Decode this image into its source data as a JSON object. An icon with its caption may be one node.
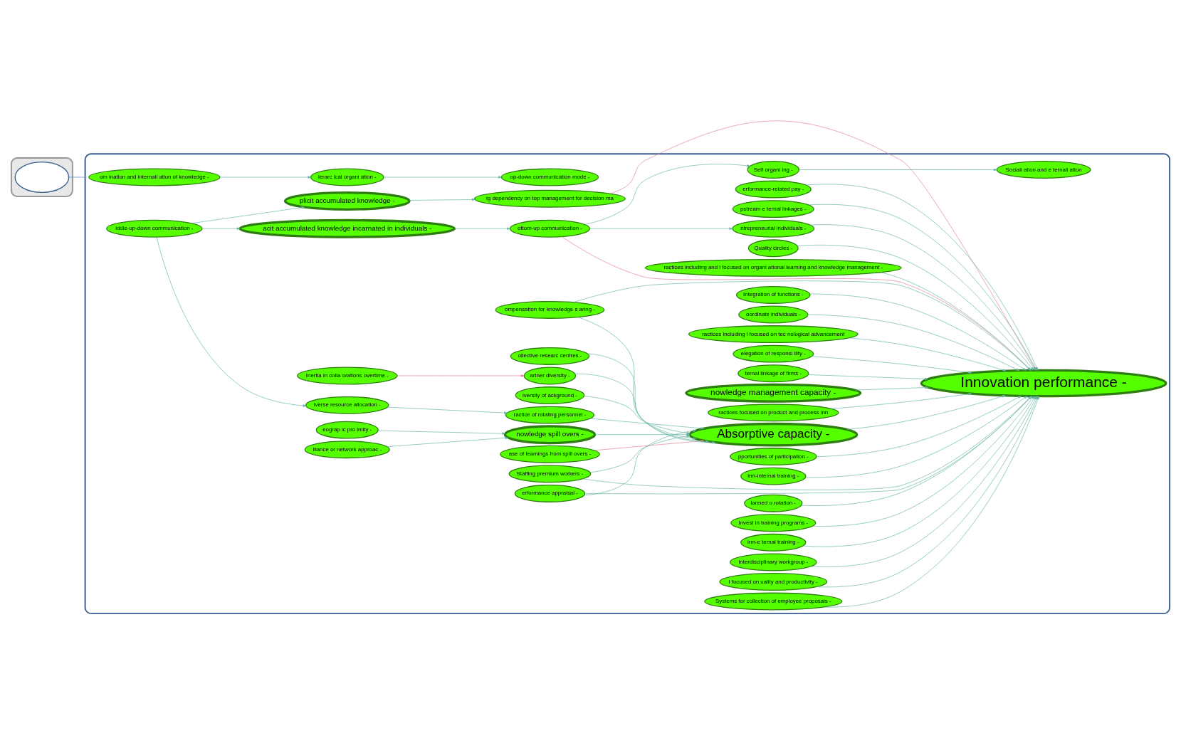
{
  "diagram": {
    "nodes": [
      {
        "text": [],
        "shape": "picture"
      },
      {
        "text": [],
        "shape": "ellipse",
        "in": 0
      },
      {
        "text": [],
        "shape": "ellipse"
      },
      {
        "text": [
          "om ination and internali ation of knowledge -"
        ],
        "in": 2
      },
      {
        "text": [
          "ierarc ical organi ation -"
        ],
        "in": 2
      },
      {
        "text": [
          "plicit accumulated knowledge -"
        ],
        "in": 2
      },
      {
        "text": [
          "Sociali ation and e ternali ation"
        ],
        "in": 2
      },
      {
        "text": [
          "op-down communication mode -"
        ],
        "in": 2
      },
      {
        "text": [
          "iddle-up-down communication -"
        ],
        "in": 2
      },
      {
        "text": [
          "Self organi ing -"
        ],
        "in": 2
      },
      {
        "text": [
          "iverse resource allocation -"
        ],
        "in": 2
      },
      {
        "text": [
          "acit accumulated knowledge incarnated in individuals -"
        ],
        "in": 2
      },
      {
        "text": [
          "Inertia in colla orations overtime -"
        ],
        "in": 2
      },
      {
        "text": [
          "ottom-up communication -"
        ],
        "in": 2
      },
      {
        "text": [
          "ig dependency on top management for decision ma"
        ],
        "in": 2
      },
      {
        "text": [
          "iversity of ackground -"
        ],
        "in": 2
      },
      {
        "text": [
          "Integration of functions -"
        ],
        "in": 2
      },
      {
        "text": [
          "ractice of rotating personnel -"
        ],
        "in": 2
      },
      {
        "text": [
          "ompensation for knowledge s aring -"
        ],
        "in": 2
      },
      {
        "text": [
          "ntrepreneurial individuals -"
        ],
        "in": 2
      },
      {
        "text": [
          "eograp ic pro imity -"
        ],
        "in": 2
      },
      {
        "text": [
          "artner diversity -"
        ],
        "in": 2
      },
      {
        "text": [
          "oordinate individuals -"
        ],
        "in": 2
      },
      {
        "text": [
          "ractices including l focused on tec nological advancement"
        ],
        "in": 2
      },
      {
        "text": [
          "nowledge spill overs -"
        ],
        "in": 2
      },
      {
        "text": [
          "elegation of responsi ility -"
        ],
        "in": 2
      },
      {
        "text": [
          "ternal linkage of firms -"
        ],
        "in": 2
      },
      {
        "text": [
          "nowledge management capacity -"
        ],
        "in": 2
      },
      {
        "text": [
          "Absorptive capacity -"
        ],
        "in": 2
      },
      {
        "text": [
          "lliance or network approac -"
        ],
        "in": 2
      },
      {
        "text": [
          "ase of learnings from spill overs -"
        ],
        "in": 2
      },
      {
        "text": [
          "ractices focused on product and process inn"
        ],
        "in": 2
      },
      {
        "text": [
          "Innovation performance -"
        ],
        "in": 2
      },
      {
        "text": [
          "Staffing premium workers -"
        ],
        "in": 2
      },
      {
        "text": [
          "pportunities of participation -"
        ],
        "in": 2
      },
      {
        "text": [
          "irm-internal training -"
        ],
        "in": 2
      },
      {
        "text": [
          "erformance appraisal -"
        ],
        "in": 2
      },
      {
        "text": [
          "ollective researc centres -"
        ],
        "in": 2
      },
      {
        "text": [
          "lanned o rotation -"
        ],
        "in": 2
      },
      {
        "text": [
          "Invest in training programs -"
        ],
        "in": 2
      },
      {
        "text": [
          "irm-e ternal training -"
        ],
        "in": 2
      },
      {
        "text": [
          "Interdisciplinary workgroup -"
        ],
        "in": 2
      },
      {
        "text": [
          "l focused on uality and productivity -"
        ],
        "in": 2
      },
      {
        "text": [
          "Systems for collection of employee proposals -"
        ],
        "in": 2
      },
      {
        "text": [
          "erformance-related pay -"
        ],
        "in": 2
      },
      {
        "text": [
          "pstream e ternal linkages -"
        ],
        "in": 2
      },
      {
        "text": [
          "Quality circles -"
        ],
        "in": 2
      },
      {
        "text": [
          "ractices including and l focused on organi ational learning and knowledge management -"
        ],
        "in": 2
      }
    ],
    "edges": [
      {
        "from": 1,
        "to": 2,
        "arrow": "none",
        "color": "#4a7ebb"
      },
      {
        "from": 3,
        "to": 4,
        "arrow": "to"
      },
      {
        "from": 4,
        "to": 7,
        "arrow": "to"
      },
      {
        "from": 8,
        "to": 5,
        "arrow": "to"
      },
      {
        "from": 8,
        "to": 10,
        "arrow": "to"
      },
      {
        "from": 8,
        "to": 11,
        "arrow": "to"
      },
      {
        "from": 5,
        "to": 14,
        "arrow": "to"
      },
      {
        "from": 9,
        "to": 6,
        "arrow": "to"
      },
      {
        "from": 13,
        "to": 9,
        "arrow": "to"
      },
      {
        "from": 13,
        "to": 19,
        "arrow": "to"
      },
      {
        "from": 11,
        "to": 13,
        "arrow": "to"
      },
      {
        "from": 12,
        "to": 21,
        "arrow": "to",
        "color": "#e07b8c"
      },
      {
        "from": 10,
        "to": 17,
        "arrow": "to"
      },
      {
        "from": 20,
        "to": 24,
        "arrow": "to"
      },
      {
        "from": 29,
        "to": 24,
        "arrow": "to"
      },
      {
        "from": 17,
        "to": 28,
        "arrow": "to"
      },
      {
        "from": 15,
        "to": 28,
        "arrow": "to"
      },
      {
        "from": 21,
        "to": 28,
        "arrow": "to"
      },
      {
        "from": 24,
        "to": 28,
        "arrow": "to"
      },
      {
        "from": 30,
        "to": 28,
        "arrow": "to",
        "color": "#e07b8c"
      },
      {
        "from": 37,
        "to": 28,
        "arrow": "to"
      },
      {
        "from": 18,
        "to": 28,
        "arrow": "to"
      },
      {
        "from": 36,
        "to": 28,
        "arrow": "to"
      },
      {
        "from": 33,
        "to": 28,
        "arrow": "to"
      },
      {
        "from": 28,
        "to": 32,
        "arrow": "to"
      },
      {
        "from": 14,
        "to": 32,
        "arrow": "to",
        "color": "#e07b8c"
      },
      {
        "from": 13,
        "to": 32,
        "arrow": "to",
        "color": "#e07b8c"
      },
      {
        "from": 22,
        "to": 32,
        "arrow": "to"
      },
      {
        "from": 19,
        "to": 32,
        "arrow": "to"
      },
      {
        "from": 16,
        "to": 32,
        "arrow": "to"
      },
      {
        "from": 18,
        "to": 32,
        "arrow": "to"
      },
      {
        "from": 25,
        "to": 32,
        "arrow": "to"
      },
      {
        "from": 27,
        "to": 32,
        "arrow": "to"
      },
      {
        "from": 23,
        "to": 32,
        "arrow": "to"
      },
      {
        "from": 26,
        "to": 32,
        "arrow": "to"
      },
      {
        "from": 31,
        "to": 32,
        "arrow": "to"
      },
      {
        "from": 35,
        "to": 32,
        "arrow": "to"
      },
      {
        "from": 38,
        "to": 32,
        "arrow": "to"
      },
      {
        "from": 41,
        "to": 32,
        "arrow": "to"
      },
      {
        "from": 43,
        "to": 32,
        "arrow": "to"
      },
      {
        "from": 46,
        "to": 32,
        "arrow": "to"
      },
      {
        "from": 45,
        "to": 32,
        "arrow": "to"
      },
      {
        "from": 47,
        "to": 32,
        "arrow": "to"
      },
      {
        "from": 44,
        "to": 32,
        "arrow": "to"
      },
      {
        "from": 42,
        "to": 32,
        "arrow": "to"
      },
      {
        "from": 40,
        "to": 32,
        "arrow": "to"
      },
      {
        "from": 39,
        "to": 32,
        "arrow": "to"
      },
      {
        "from": 36,
        "to": 32,
        "arrow": "to"
      },
      {
        "from": 33,
        "to": 32,
        "arrow": "to"
      },
      {
        "from": 34,
        "to": 32,
        "arrow": "to"
      }
    ]
  }
}
